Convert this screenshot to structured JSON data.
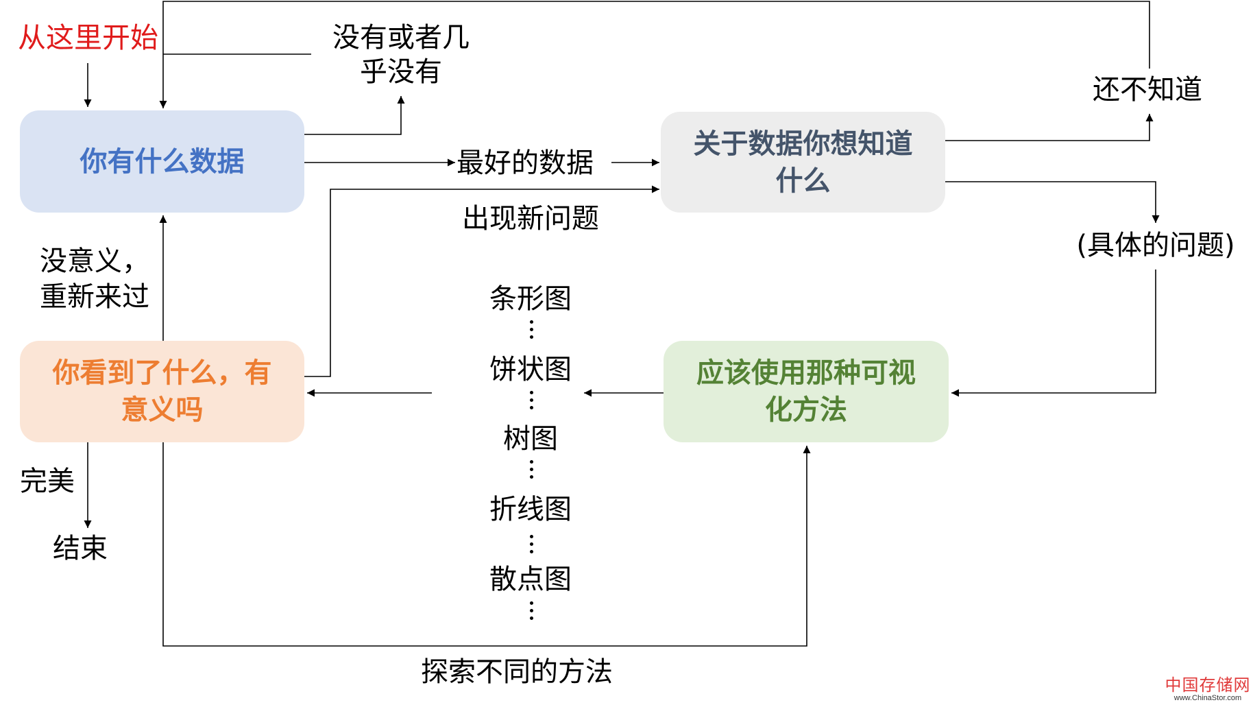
{
  "start_label": "从这里开始",
  "nodes": {
    "data": {
      "label": "你有什么数据",
      "text_color": "#4472C4",
      "fill": "#DAE3F3"
    },
    "question": {
      "label_line1": "关于数据你想知道",
      "label_line2": "什么",
      "text_color": "#44546A",
      "fill": "#EDEDED"
    },
    "method": {
      "label_line1": "应该使用那种可视",
      "label_line2": "化方法",
      "text_color": "#548235",
      "fill": "#E2EFDA"
    },
    "review": {
      "label_line1": "你看到了什么，有",
      "label_line2": "意义吗",
      "text_color": "#ED7D31",
      "fill": "#FBE5D6"
    }
  },
  "edge_labels": {
    "none": {
      "line1": "没有或者几",
      "line2": "乎没有"
    },
    "best_data": "最好的数据",
    "new_question": "出现新问题",
    "dont_know": "还不知道",
    "specific": "(具体的问题)",
    "meaningless": {
      "line1": "没意义，",
      "line2": "重新来过"
    },
    "perfect": "完美",
    "end": "结束",
    "explore": "探索不同的方法"
  },
  "chart_types": [
    "条形图",
    "饼状图",
    "树图",
    "折线图",
    "散点图"
  ],
  "watermark": {
    "name": "中国存储网",
    "url": "www.ChinaStor.com"
  },
  "colors": {
    "start": "#E01B1B",
    "line": "#000000"
  }
}
